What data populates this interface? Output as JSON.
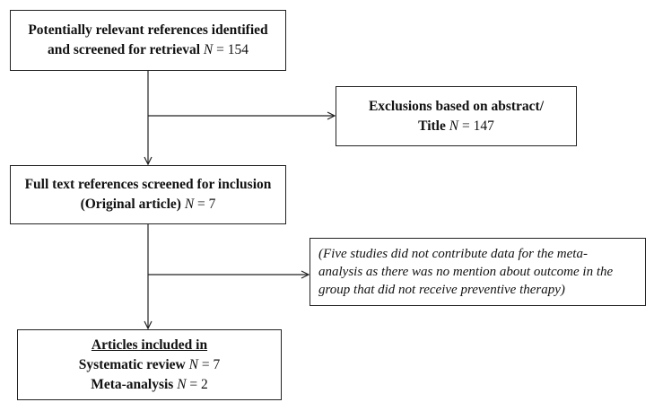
{
  "box1": {
    "line1": "Potentially relevant references identified",
    "line2_text": "and screened for retrieval",
    "line2_n": "N",
    "line2_val": " = 154"
  },
  "box2": {
    "line1": "Exclusions based on abstract/",
    "line2_text": "Title",
    "line2_n": "N",
    "line2_val": " = 147"
  },
  "box3": {
    "line1": "Full text references screened for inclusion",
    "line2_text": "(Original article)",
    "line2_n": "N",
    "line2_val": " = 7"
  },
  "box4": {
    "lines": [
      "(Five studies did not contribute data for the meta-",
      "analysis as there was no mention about outcome in the",
      "group that did not receive preventive therapy)"
    ]
  },
  "box5": {
    "heading": "Articles included in",
    "line2_text": "Systematic review",
    "line2_n": "N",
    "line2_val": " = 7",
    "line3_text": "Meta-analysis",
    "line3_n": "N",
    "line3_val": " = 2"
  },
  "colors": {
    "stroke": "#222222",
    "text": "#111111",
    "background": "#ffffff"
  }
}
